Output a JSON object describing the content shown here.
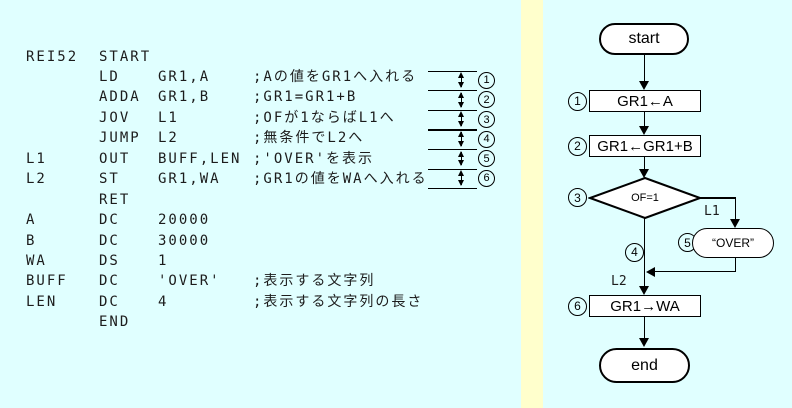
{
  "background": {
    "canvas_color": "#E0FFFF",
    "divider_color": "#FFFFCC"
  },
  "code": {
    "lines": [
      {
        "label": "REI52",
        "opcode": "START",
        "operand": "",
        "comment": ""
      },
      {
        "label": "",
        "opcode": "LD",
        "operand": "GR1,A",
        "comment": ";Aの値をGR1へ入れる"
      },
      {
        "label": "",
        "opcode": "ADDA",
        "operand": "GR1,B",
        "comment": ";GR1=GR1+B"
      },
      {
        "label": "",
        "opcode": "JOV",
        "operand": "L1",
        "comment": ";OFが1ならばL1へ"
      },
      {
        "label": "",
        "opcode": "JUMP",
        "operand": "L2",
        "comment": ";無条件でL2へ"
      },
      {
        "label": "L1",
        "opcode": "OUT",
        "operand": "BUFF,LEN",
        "comment": ";'OVER'を表示"
      },
      {
        "label": "L2",
        "opcode": "ST",
        "operand": "GR1,WA",
        "comment": ";GR1の値をWAへ入れる"
      },
      {
        "label": "",
        "opcode": "RET",
        "operand": "",
        "comment": ""
      },
      {
        "label": "A",
        "opcode": "DC",
        "operand": "20000",
        "comment": ""
      },
      {
        "label": "B",
        "opcode": "DC",
        "operand": "30000",
        "comment": ""
      },
      {
        "label": "WA",
        "opcode": "DS",
        "operand": "1",
        "comment": ""
      },
      {
        "label": "BUFF",
        "opcode": "DC",
        "operand": "'OVER'",
        "comment": ";表示する文字列"
      },
      {
        "label": "LEN",
        "opcode": "DC",
        "operand": "4",
        "comment": ";表示する文字列の長さ"
      },
      {
        "label": "",
        "opcode": "END",
        "operand": "",
        "comment": ""
      }
    ]
  },
  "annotations": {
    "steps": [
      "1",
      "2",
      "3",
      "4",
      "5",
      "6"
    ]
  },
  "flowchart": {
    "start_label": "start",
    "end_label": "end",
    "box1": {
      "step": "1",
      "text": "GR1←A"
    },
    "box2": {
      "step": "2",
      "text": "GR1←GR1+B"
    },
    "decision": {
      "step": "3",
      "text": "OF=1"
    },
    "branch_no_step": "4",
    "display": {
      "step": "5",
      "text": "“OVER”"
    },
    "box3": {
      "step": "6",
      "text": "GR1→WA"
    },
    "label_l1": "L1",
    "label_l2": "L2"
  }
}
